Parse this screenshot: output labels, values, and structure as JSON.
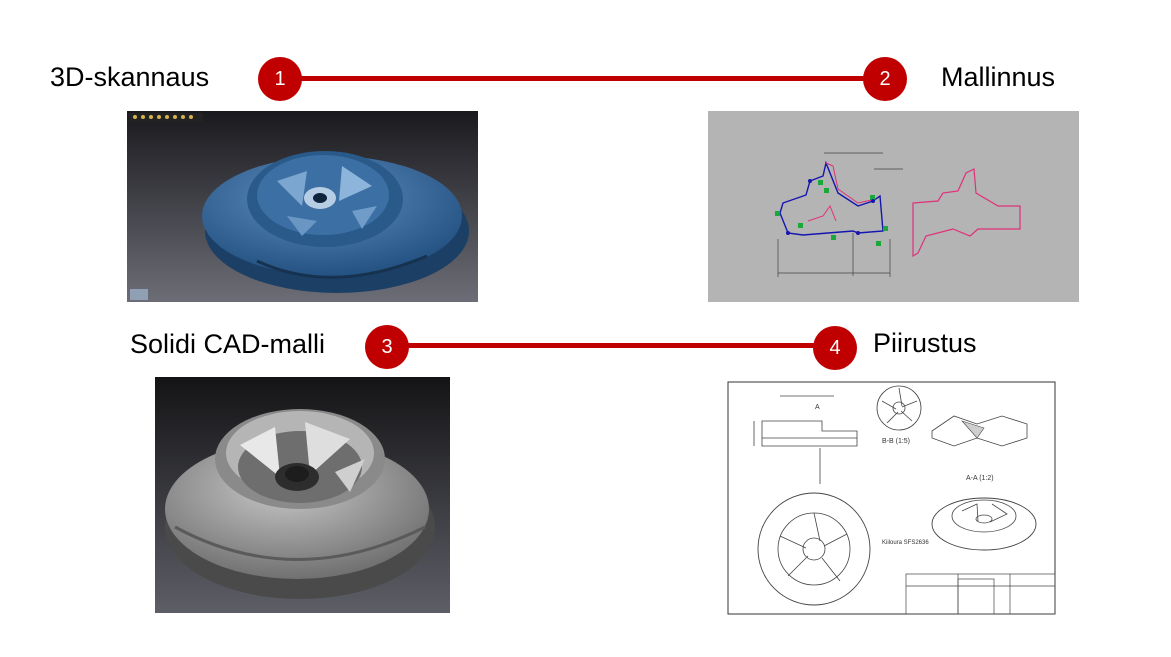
{
  "steps": [
    {
      "number": "1",
      "label": "3D-skannaus"
    },
    {
      "number": "2",
      "label": "Mallinnus"
    },
    {
      "number": "3",
      "label": "Solidi CAD-malli"
    },
    {
      "number": "4",
      "label": "Piirustus"
    }
  ],
  "drawing": {
    "section_bb": "B-B (1:5)",
    "section_aa": "A-A (1:2)",
    "dim_a": "A",
    "material": "Kiiloura SFS2636"
  },
  "colors": {
    "accent": "#c00000",
    "scan_blue": "#2f5f8f",
    "sketch_bg": "#b4b4b4"
  }
}
